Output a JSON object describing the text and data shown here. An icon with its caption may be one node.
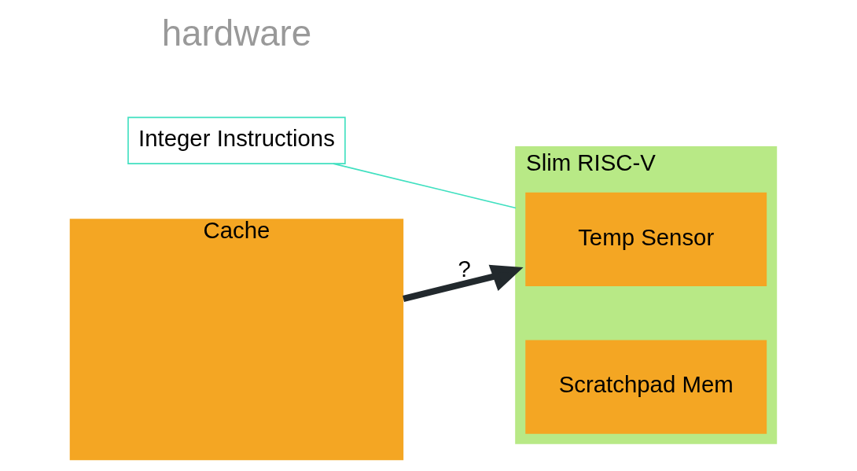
{
  "diagram": {
    "nodes": [
      {
        "text": [
          "Integer Instructions"
        ]
      },
      {
        "text": [
          "Slim RISC-V"
        ]
      },
      {
        "text": [
          "Temp Sensor"
        ],
        "in": 1
      },
      {
        "text": [
          "Scratchpad Mem"
        ],
        "in": 1
      },
      {
        "text": [
          "Cache"
        ]
      }
    ],
    "edges": [
      {
        "from": 0,
        "to": 1,
        "arrow": "none",
        "color": "#40e0c0"
      },
      {
        "from": 4,
        "to": 1,
        "arrow": "to",
        "label": "?",
        "style": "thick",
        "color": "#22292d"
      }
    ],
    "labels": [
      "hardware"
    ]
  }
}
